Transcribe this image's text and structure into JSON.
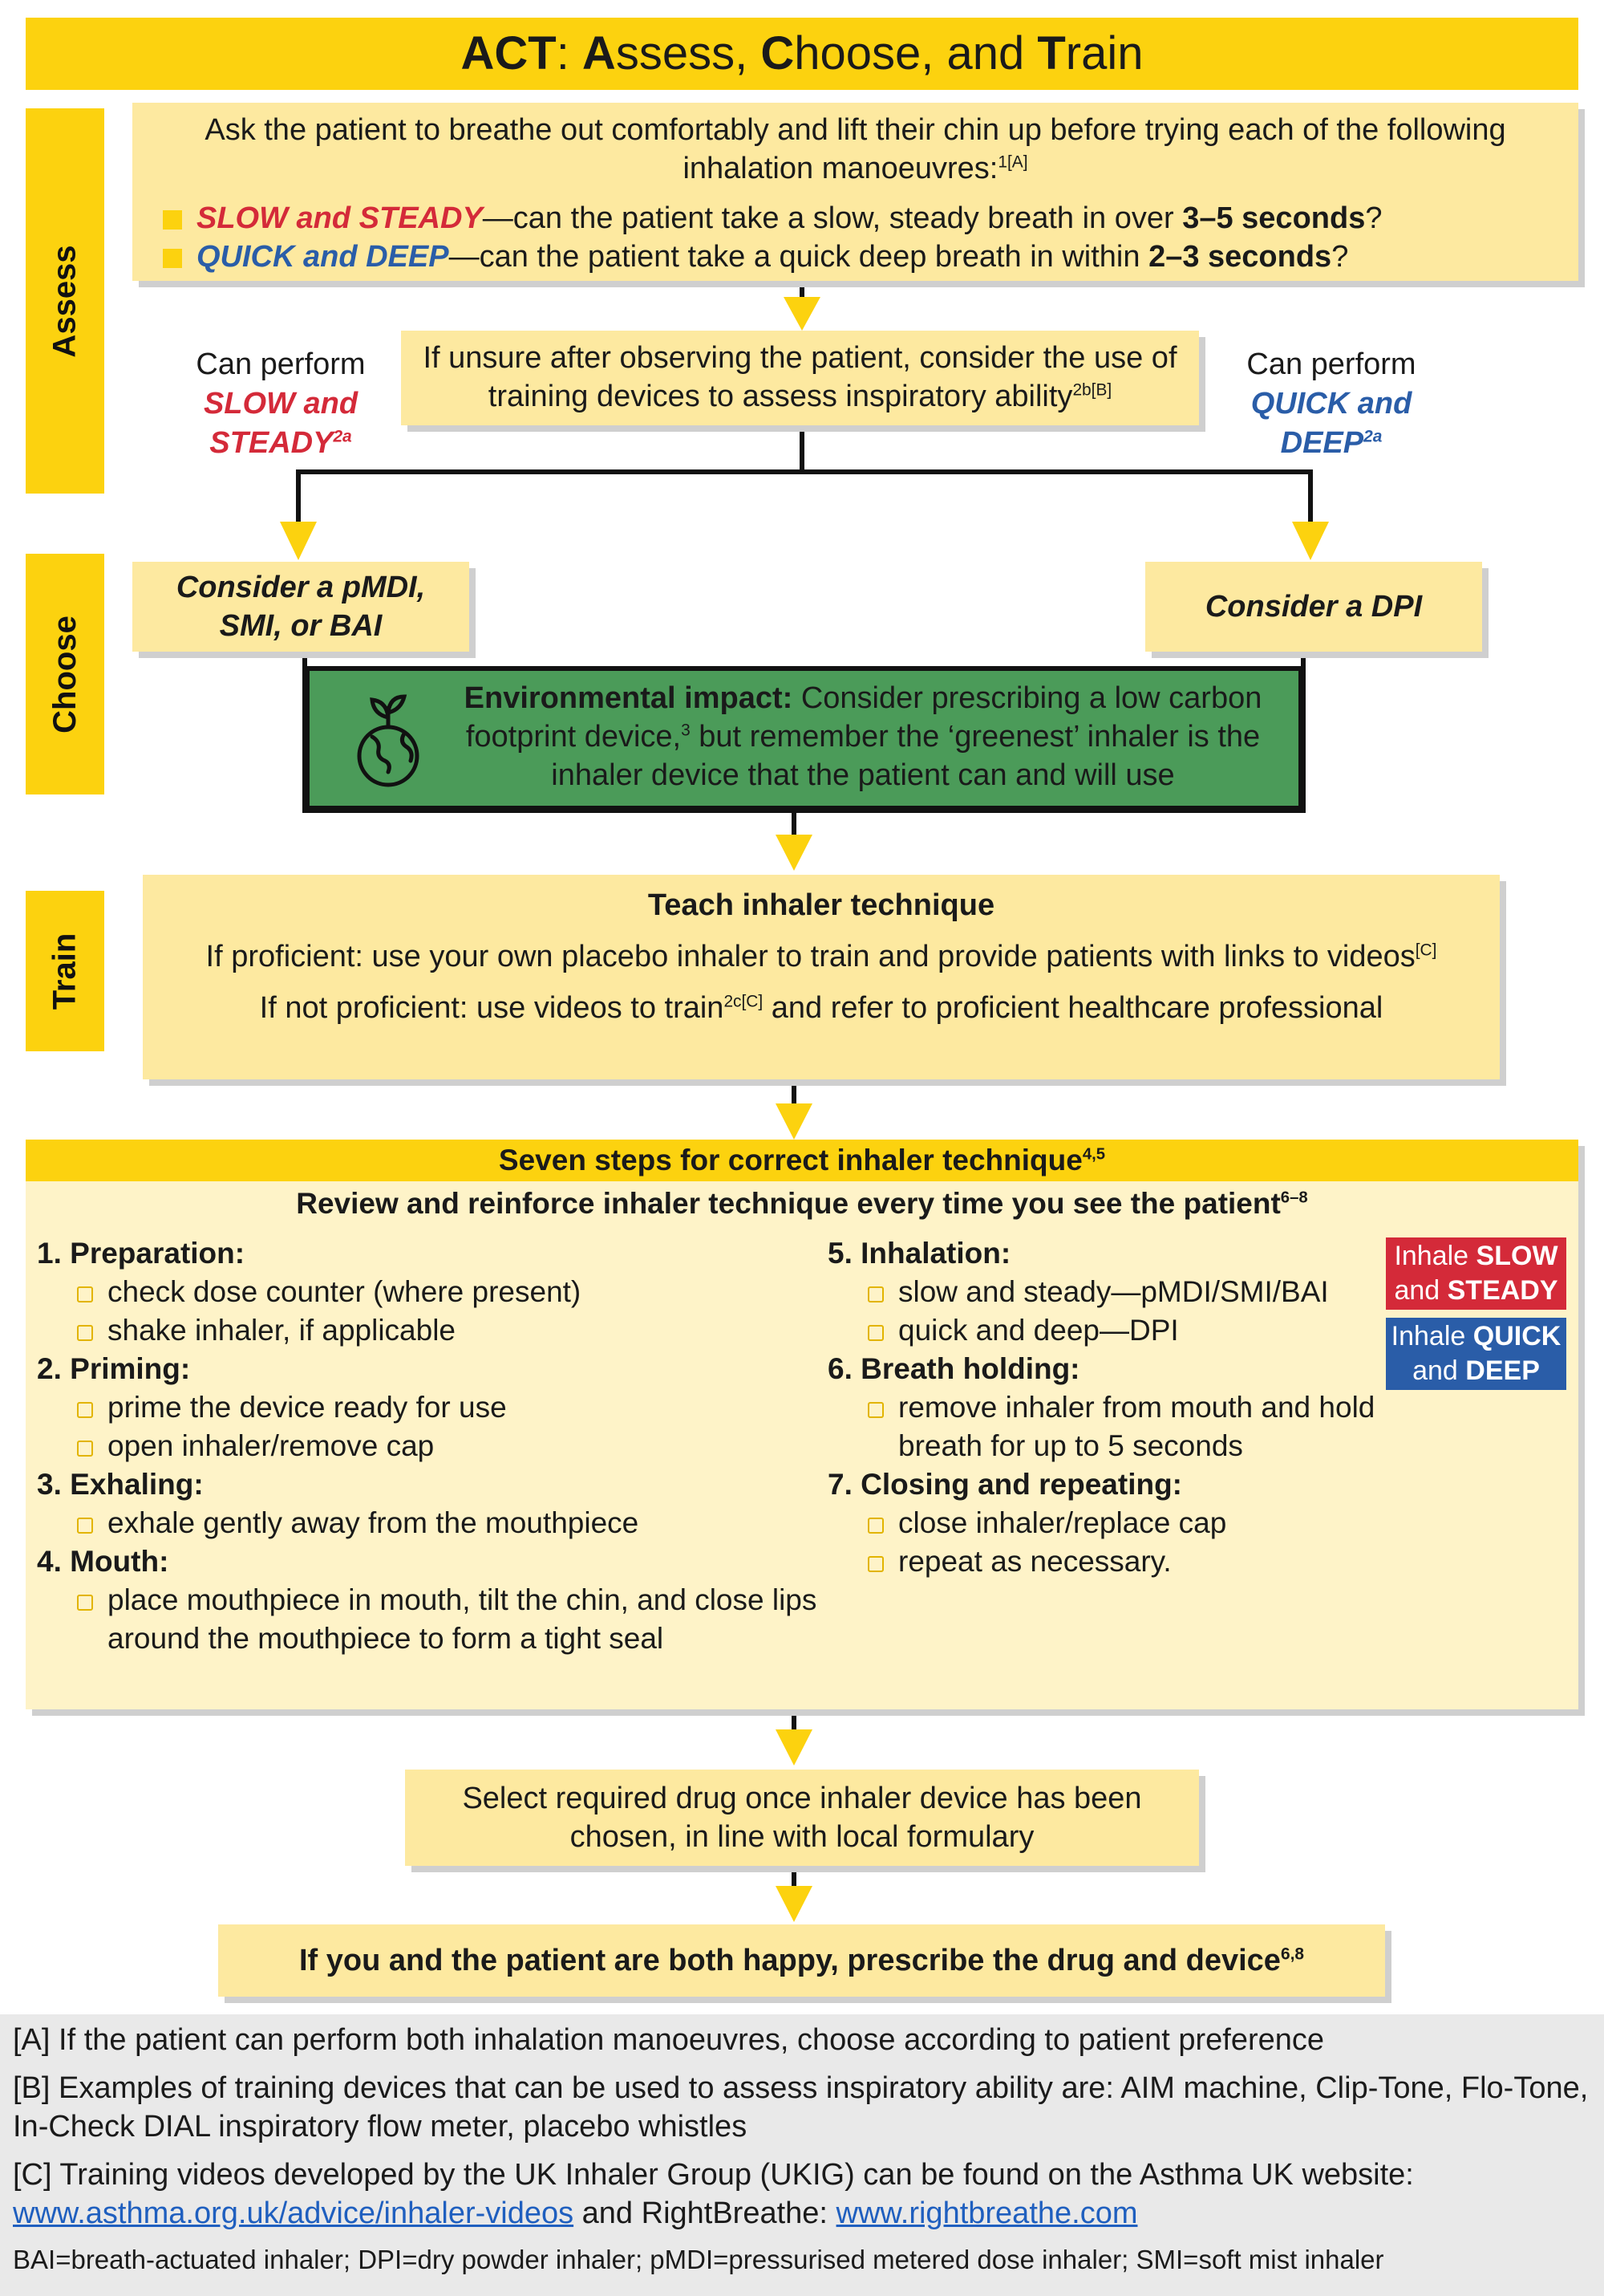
{
  "title": {
    "b1": "ACT",
    "r1": ": ",
    "b2": "A",
    "r2": "ssess, ",
    "b3": "C",
    "r3": "hoose, and ",
    "b4": "T",
    "r4": "rain"
  },
  "sections": {
    "assess": "Assess",
    "choose": "Choose",
    "train": "Train"
  },
  "assess": {
    "intro": "Ask the patient to breathe out comfortably and lift their chin up before trying each of the following inhalation manoeuvres:",
    "intro_ref": "1[A]",
    "item1": {
      "label": "SLOW and STEADY",
      "text": "—can the patient take a slow, steady breath in over ",
      "bold": "3–5 seconds",
      "end": "?"
    },
    "item2": {
      "label": "QUICK and DEEP",
      "text": "—can the patient take a quick deep breath in within ",
      "bold": "2–3 seconds",
      "end": "?"
    }
  },
  "unsure": {
    "text": "If unsure after observing the patient, consider the use of training devices to assess inspiratory ability",
    "ref": "2b[B]"
  },
  "left_label": {
    "line1": "Can perform",
    "line2": "SLOW and",
    "line3": "STEADY",
    "ref": "2a"
  },
  "right_label": {
    "line1": "Can perform",
    "line2": "QUICK and",
    "line3": "DEEP",
    "ref": "2a"
  },
  "choose": {
    "left_line1": "Consider a pMDI,",
    "left_line2": "SMI, or BAI",
    "right": "Consider a DPI"
  },
  "env": {
    "bold": "Environmental impact:",
    "text1": " Consider prescribing a low carbon footprint device,",
    "ref": "3",
    "text2": " but remember the ‘greenest’ inhaler is the inhaler device that the patient can and will use",
    "icon": "globe-plant-icon"
  },
  "train": {
    "heading": "Teach inhaler technique",
    "line1": "If proficient: use your own placebo inhaler to train and provide patients with links to videos",
    "line1_ref": "[C]",
    "line2a": "If not proficient: use videos to train",
    "line2_ref": "2c[C]",
    "line2b": " and refer to proficient healthcare professional"
  },
  "seven": {
    "header": "Seven steps for correct inhaler technique",
    "header_ref": "4,5",
    "subheader": "Review and reinforce inhaler technique every time you see the patient",
    "subheader_ref": "6–8",
    "steps": {
      "s1": {
        "title": "1. Preparation:",
        "i1": "check dose counter (where present)",
        "i2": "shake inhaler, if applicable"
      },
      "s2": {
        "title": "2. Priming:",
        "i1": "prime the device ready for use",
        "i2": "open inhaler/remove cap"
      },
      "s3": {
        "title": "3. Exhaling:",
        "i1": "exhale gently away from the mouthpiece"
      },
      "s4": {
        "title": "4. Mouth:",
        "i1": "place mouthpiece in mouth, tilt the chin, and close lips around the mouthpiece to form a tight seal"
      },
      "s5": {
        "title": "5. Inhalation:",
        "i1": "slow and steady—pMDI/SMI/BAI",
        "i2": "quick and deep—DPI"
      },
      "s6": {
        "title": "6. Breath holding:",
        "i1": "remove inhaler from mouth and hold breath for up to 5 seconds"
      },
      "s7": {
        "title": "7. Closing and repeating:",
        "i1": "close inhaler/replace cap",
        "i2": "repeat as necessary."
      }
    },
    "badge_slow": {
      "pre": "Inhale ",
      "bold1": "SLOW",
      "mid": "and ",
      "bold2": "STEADY"
    },
    "badge_quick": {
      "pre": "Inhale ",
      "bold1": "QUICK",
      "mid": "and ",
      "bold2": "DEEP"
    }
  },
  "select_drug": "Select required drug once inhaler device has been chosen, in line with local formulary",
  "prescribe": {
    "text": "If you and the patient are both happy, prescribe the drug and device",
    "ref": "6,8"
  },
  "footnotes": {
    "a": "[A] If the patient can perform both inhalation manoeuvres, choose according to patient preference",
    "b": "[B] Examples of training devices that can be used to assess inspiratory ability are: AIM machine, Clip-Tone, Flo-Tone, In-Check DIAL inspiratory flow meter, placebo whistles",
    "c_pre": "[C] Training videos developed by the UK Inhaler Group (UKIG) can be found on the Asthma UK website: ",
    "c_link1": "www.asthma.org.uk/advice/inhaler-videos",
    "c_mid": " and RightBreathe: ",
    "c_link2": "www.rightbreathe.com",
    "abbr": "BAI=breath-actuated inhaler; DPI=dry powder inhaler; pMDI=pressurised metered dose inhaler; SMI=soft mist inhaler"
  },
  "colors": {
    "yellow": "#fcd20f",
    "cream": "#fde9a0",
    "green": "#4b9b59",
    "red": "#d42a39",
    "blue": "#2a5da8"
  }
}
